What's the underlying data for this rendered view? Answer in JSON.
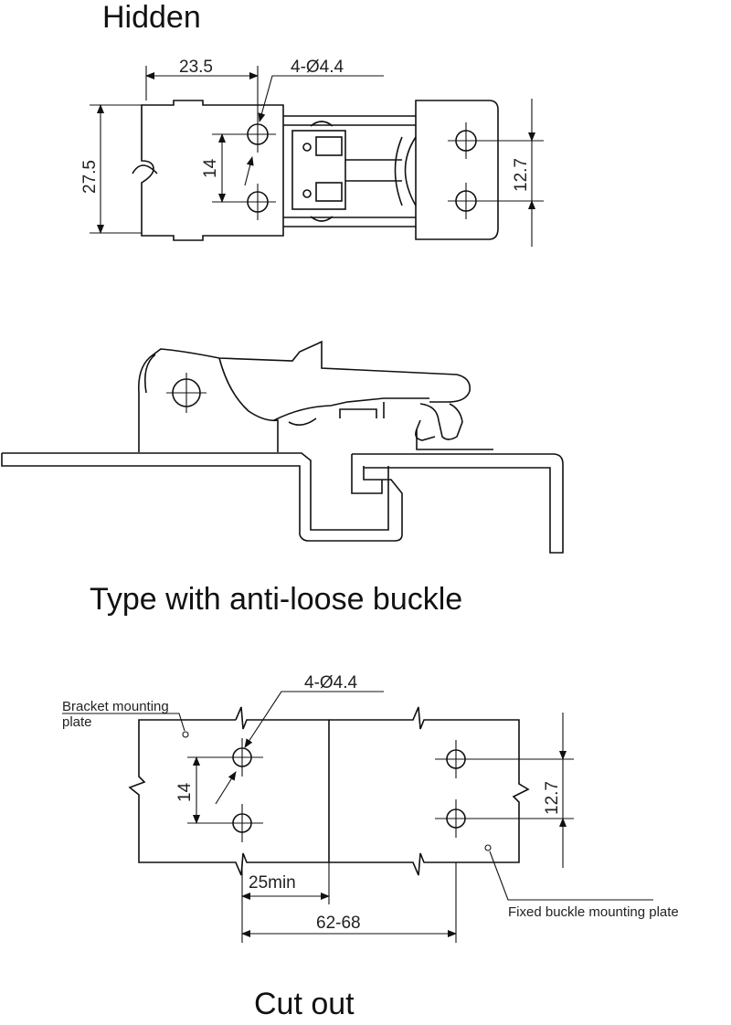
{
  "views": {
    "hidden": {
      "title": "Hidden",
      "dim_width": "23.5",
      "dim_holes": "4-Ø4.4",
      "dim_height": "27.5",
      "dim_spacing": "14",
      "dim_pitch": "12.7"
    },
    "anti_loose": {
      "title": "Type with anti-loose buckle"
    },
    "cut_out": {
      "title": "Cut out",
      "dim_holes": "4-Ø4.4",
      "dim_spacing": "14",
      "dim_pitch": "12.7",
      "dim_min": "25min",
      "dim_range": "62-68",
      "label_bracket_line1": "Bracket mounting",
      "label_bracket_line2": "plate",
      "label_fixed": "Fixed buckle mounting plate"
    }
  }
}
